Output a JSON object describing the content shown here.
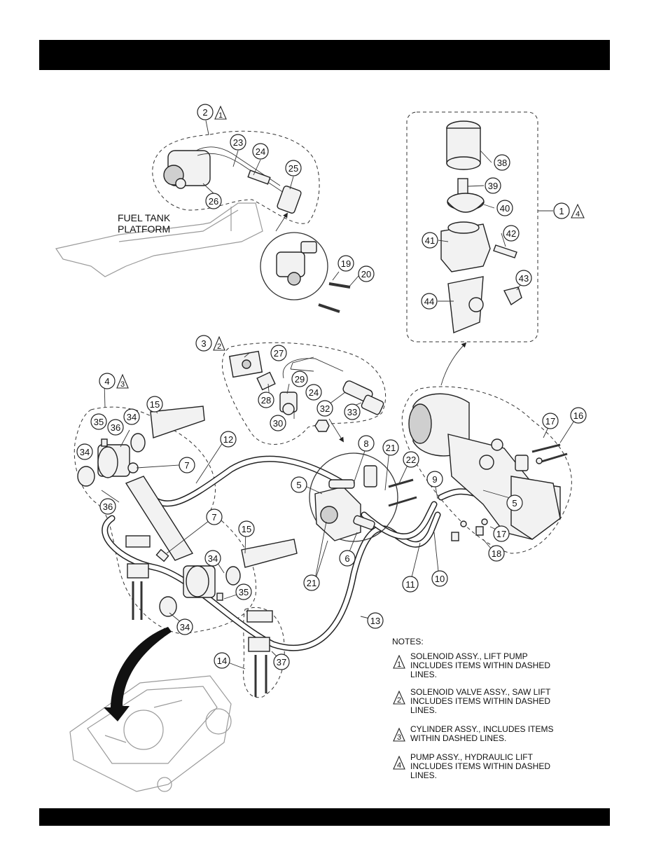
{
  "header": {
    "title": ""
  },
  "labels": {
    "fuel_tank_line1": "FUEL TANK",
    "fuel_tank_line2": "PLATFORM"
  },
  "callouts": [
    {
      "id": "c-2",
      "text": "2"
    },
    {
      "id": "c-23",
      "text": "23"
    },
    {
      "id": "c-24a",
      "text": "24"
    },
    {
      "id": "c-25",
      "text": "25"
    },
    {
      "id": "c-26",
      "text": "26"
    },
    {
      "id": "c-19",
      "text": "19"
    },
    {
      "id": "c-20",
      "text": "20"
    },
    {
      "id": "c-38",
      "text": "38"
    },
    {
      "id": "c-39",
      "text": "39"
    },
    {
      "id": "c-40",
      "text": "40"
    },
    {
      "id": "c-41",
      "text": "41"
    },
    {
      "id": "c-42",
      "text": "42"
    },
    {
      "id": "c-43",
      "text": "43"
    },
    {
      "id": "c-44",
      "text": "44"
    },
    {
      "id": "c-1",
      "text": "1"
    },
    {
      "id": "c-3",
      "text": "3"
    },
    {
      "id": "c-27",
      "text": "27"
    },
    {
      "id": "c-29",
      "text": "29"
    },
    {
      "id": "c-24b",
      "text": "24"
    },
    {
      "id": "c-28",
      "text": "28"
    },
    {
      "id": "c-30",
      "text": "30"
    },
    {
      "id": "c-32",
      "text": "32"
    },
    {
      "id": "c-33",
      "text": "33"
    },
    {
      "id": "c-4",
      "text": "4"
    },
    {
      "id": "c-15a",
      "text": "15"
    },
    {
      "id": "c-35a",
      "text": "35"
    },
    {
      "id": "c-36a",
      "text": "36"
    },
    {
      "id": "c-34a",
      "text": "34"
    },
    {
      "id": "c-34b",
      "text": "34"
    },
    {
      "id": "c-7a",
      "text": "7"
    },
    {
      "id": "c-36b",
      "text": "36"
    },
    {
      "id": "c-12",
      "text": "12"
    },
    {
      "id": "c-8",
      "text": "8"
    },
    {
      "id": "c-21a",
      "text": "21"
    },
    {
      "id": "c-22",
      "text": "22"
    },
    {
      "id": "c-9",
      "text": "9"
    },
    {
      "id": "c-5a",
      "text": "5"
    },
    {
      "id": "c-5b",
      "text": "5"
    },
    {
      "id": "c-17a",
      "text": "17"
    },
    {
      "id": "c-16",
      "text": "16"
    },
    {
      "id": "c-17b",
      "text": "17"
    },
    {
      "id": "c-18",
      "text": "18"
    },
    {
      "id": "c-7b",
      "text": "7"
    },
    {
      "id": "c-15b",
      "text": "15"
    },
    {
      "id": "c-34c",
      "text": "34"
    },
    {
      "id": "c-6",
      "text": "6"
    },
    {
      "id": "c-21b",
      "text": "21"
    },
    {
      "id": "c-11",
      "text": "11"
    },
    {
      "id": "c-10",
      "text": "10"
    },
    {
      "id": "c-35b",
      "text": "35"
    },
    {
      "id": "c-34d",
      "text": "34"
    },
    {
      "id": "c-13",
      "text": "13"
    },
    {
      "id": "c-14",
      "text": "14"
    },
    {
      "id": "c-37",
      "text": "37"
    }
  ],
  "flags": [
    {
      "id": "f-2",
      "text": "1"
    },
    {
      "id": "f-1",
      "text": "4"
    },
    {
      "id": "f-3",
      "text": "2"
    },
    {
      "id": "f-4",
      "text": "3"
    }
  ],
  "notes": {
    "title": "NOTES:",
    "items": [
      {
        "flag": "1",
        "lines": [
          "SOLENOID ASSY., LIFT PUMP",
          "INCLUDES ITEMS WITHIN DASHED",
          "LINES."
        ]
      },
      {
        "flag": "2",
        "lines": [
          "SOLENOID VALVE ASSY., SAW LIFT",
          "INCLUDES ITEMS WITHIN DASHED",
          "LINES."
        ]
      },
      {
        "flag": "3",
        "lines": [
          "CYLINDER ASSY., INCLUDES ITEMS",
          "WITHIN DASHED LINES."
        ]
      },
      {
        "flag": "4",
        "lines": [
          "PUMP ASSY., HYDRAULIC LIFT",
          "INCLUDES ITEMS WITHIN DASHED",
          "LINES."
        ]
      }
    ]
  }
}
